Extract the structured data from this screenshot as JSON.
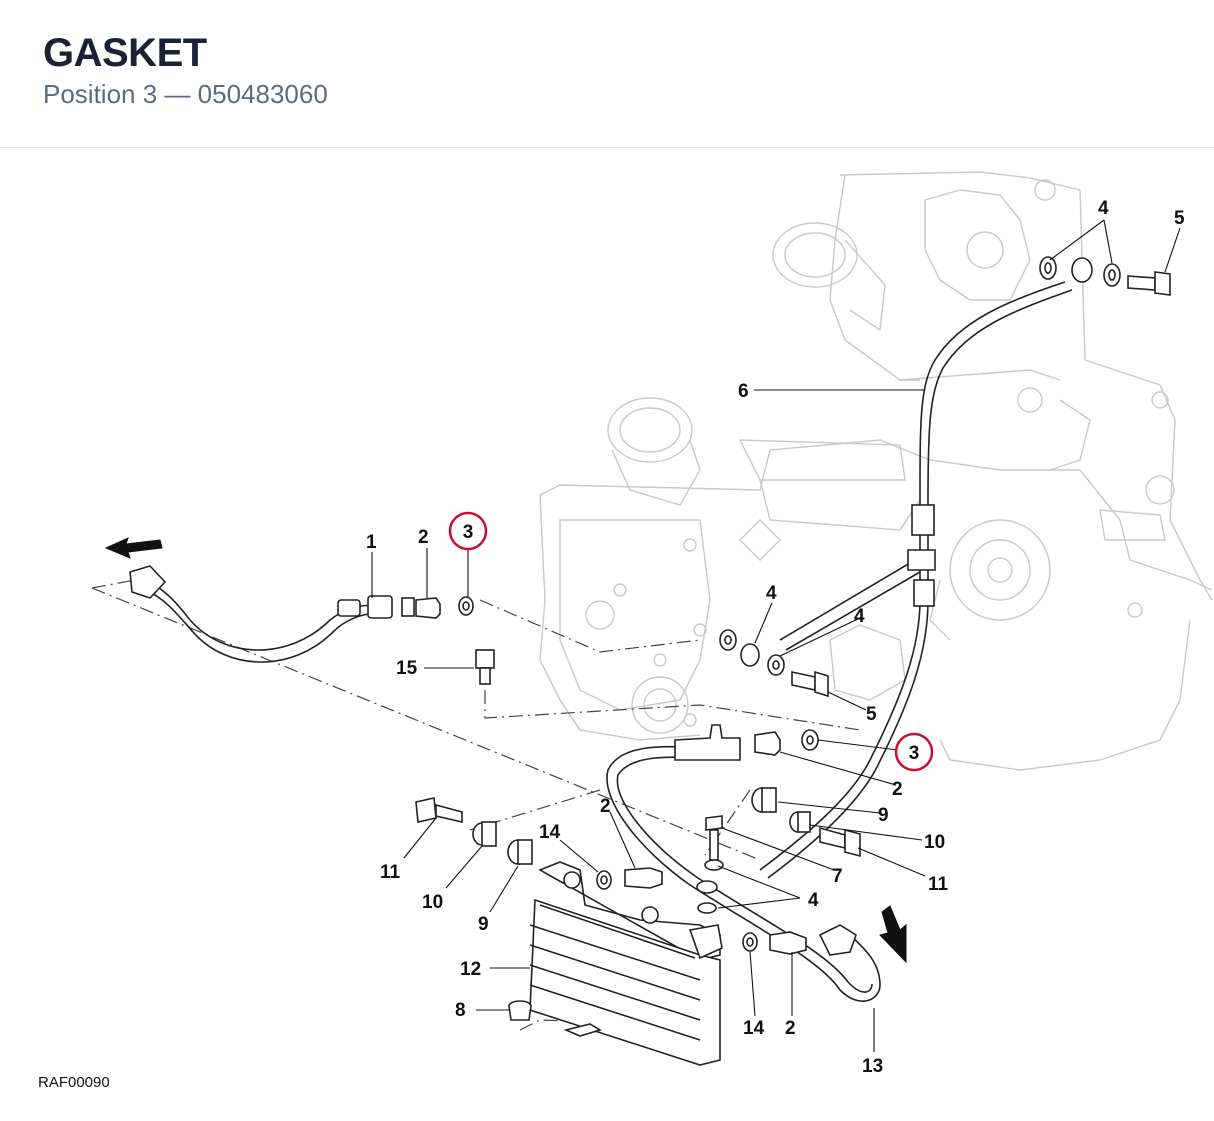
{
  "header": {
    "title": "GASKET",
    "position_label": "Position 3",
    "separator": "—",
    "part_number": "050483060"
  },
  "diagram": {
    "reference_code": "RAF00090",
    "highlight_color": "#c8102e",
    "highlighted_position": "3",
    "callouts": [
      "1",
      "2",
      "3",
      "4",
      "5",
      "6",
      "7",
      "8",
      "9",
      "10",
      "11",
      "12",
      "13",
      "14",
      "15"
    ]
  }
}
